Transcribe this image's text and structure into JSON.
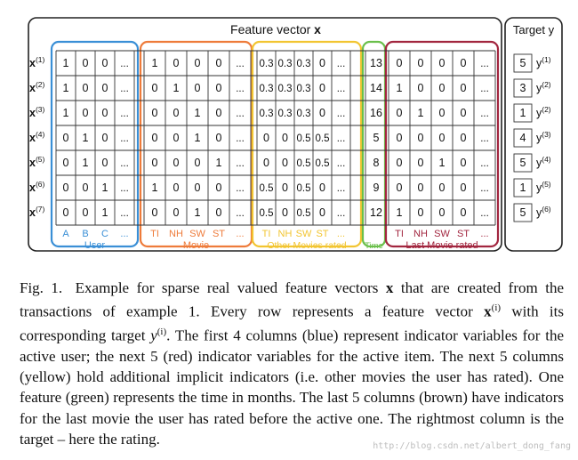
{
  "header": {
    "feature_title": "Feature vector",
    "feature_symbol": "x",
    "target_title": "Target y"
  },
  "rows": [
    {
      "label": "x",
      "sup": "(1)",
      "user": [
        "1",
        "0",
        "0",
        "..."
      ],
      "movie": [
        "1",
        "0",
        "0",
        "0",
        "..."
      ],
      "other": [
        "0.3",
        "0.3",
        "0.3",
        "0",
        "..."
      ],
      "time": "13",
      "last": [
        "0",
        "0",
        "0",
        "0",
        "..."
      ],
      "target": "5",
      "target_label": "y",
      "target_sup": "(1)"
    },
    {
      "label": "x",
      "sup": "(2)",
      "user": [
        "1",
        "0",
        "0",
        "..."
      ],
      "movie": [
        "0",
        "1",
        "0",
        "0",
        "..."
      ],
      "other": [
        "0.3",
        "0.3",
        "0.3",
        "0",
        "..."
      ],
      "time": "14",
      "last": [
        "1",
        "0",
        "0",
        "0",
        "..."
      ],
      "target": "3",
      "target_label": "y",
      "target_sup": "(2)"
    },
    {
      "label": "x",
      "sup": "(3)",
      "user": [
        "1",
        "0",
        "0",
        "..."
      ],
      "movie": [
        "0",
        "0",
        "1",
        "0",
        "..."
      ],
      "other": [
        "0.3",
        "0.3",
        "0.3",
        "0",
        "..."
      ],
      "time": "16",
      "last": [
        "0",
        "1",
        "0",
        "0",
        "..."
      ],
      "target": "1",
      "target_label": "y",
      "target_sup": "(2)"
    },
    {
      "label": "x",
      "sup": "(4)",
      "user": [
        "0",
        "1",
        "0",
        "..."
      ],
      "movie": [
        "0",
        "0",
        "1",
        "0",
        "..."
      ],
      "other": [
        "0",
        "0",
        "0.5",
        "0.5",
        "..."
      ],
      "time": "5",
      "last": [
        "0",
        "0",
        "0",
        "0",
        "..."
      ],
      "target": "4",
      "target_label": "y",
      "target_sup": "(3)"
    },
    {
      "label": "x",
      "sup": "(5)",
      "user": [
        "0",
        "1",
        "0",
        "..."
      ],
      "movie": [
        "0",
        "0",
        "0",
        "1",
        "..."
      ],
      "other": [
        "0",
        "0",
        "0.5",
        "0.5",
        "..."
      ],
      "time": "8",
      "last": [
        "0",
        "0",
        "1",
        "0",
        "..."
      ],
      "target": "5",
      "target_label": "y",
      "target_sup": "(4)"
    },
    {
      "label": "x",
      "sup": "(6)",
      "user": [
        "0",
        "0",
        "1",
        "..."
      ],
      "movie": [
        "1",
        "0",
        "0",
        "0",
        "..."
      ],
      "other": [
        "0.5",
        "0",
        "0.5",
        "0",
        "..."
      ],
      "time": "9",
      "last": [
        "0",
        "0",
        "0",
        "0",
        "..."
      ],
      "target": "1",
      "target_label": "y",
      "target_sup": "(5)"
    },
    {
      "label": "x",
      "sup": "(7)",
      "user": [
        "0",
        "0",
        "1",
        "..."
      ],
      "movie": [
        "0",
        "0",
        "1",
        "0",
        "..."
      ],
      "other": [
        "0.5",
        "0",
        "0.5",
        "0",
        "..."
      ],
      "time": "12",
      "last": [
        "1",
        "0",
        "0",
        "0",
        "..."
      ],
      "target": "5",
      "target_label": "y",
      "target_sup": "(6)"
    }
  ],
  "groups": [
    {
      "key": "user",
      "name": "User",
      "color": "#3a8fd6",
      "ticks": [
        "A",
        "B",
        "C",
        "..."
      ]
    },
    {
      "key": "movie",
      "name": "Movie",
      "color": "#ee7b3a",
      "ticks": [
        "TI",
        "NH",
        "SW",
        "ST",
        "..."
      ]
    },
    {
      "key": "other",
      "name": "Other Movies rated",
      "color": "#f2c531",
      "ticks": [
        "TI",
        "NH",
        "SW",
        "ST",
        "..."
      ]
    },
    {
      "key": "time",
      "name": "Time",
      "color": "#6abf4b",
      "ticks": []
    },
    {
      "key": "last",
      "name": "Last Movie rated",
      "color": "#a2263f",
      "ticks": [
        "TI",
        "NH",
        "SW",
        "ST",
        "..."
      ]
    }
  ],
  "caption": {
    "lead": "Fig. 1.",
    "p1": "Example for sparse real valued feature vectors ",
    "x1": "x",
    "p2": " that are created from the transactions of example 1. Every row represents a feature vector ",
    "x2": "x",
    "x2_sup": "(i)",
    "p3": " with its corresponding target ",
    "y1": "y",
    "y1_sup": "(i)",
    "p4": ". The first 4 columns (blue) represent indicator variables for the active user; the next 5 (red) indicator variables for the active item. The next 5 columns (yellow) hold additional implicit indicators (i.e. other movies the user has rated). One feature (green) represents the time in months. The last 5 columns (brown) have indicators for the last movie the user has rated before the active one. The rightmost column is the target – here the rating."
  },
  "watermark": "http://blog.csdn.net/albert_dong_fang"
}
